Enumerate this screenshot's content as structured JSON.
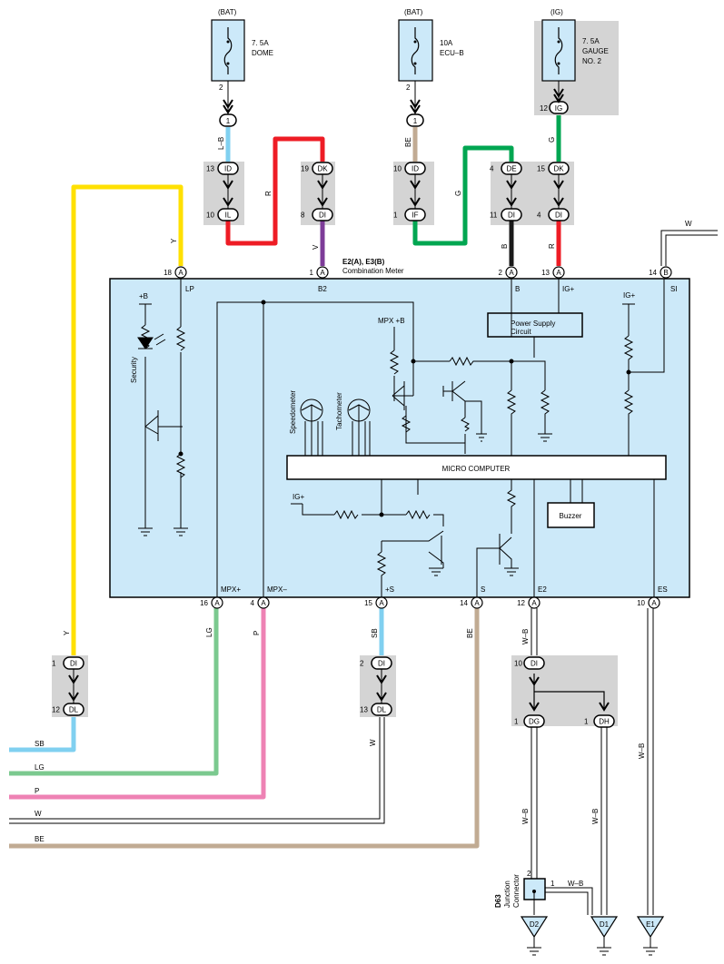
{
  "fuses": [
    {
      "source": "(BAT)",
      "rating": "7. 5A",
      "name": "DOME",
      "pin": "2"
    },
    {
      "source": "(BAT)",
      "rating": "10A",
      "name": "ECU–B",
      "pin": "2"
    },
    {
      "source": "(IG)",
      "rating": "7. 5A",
      "name": "GAUGE",
      "name2": "NO. 2",
      "pin": "12"
    }
  ],
  "connectors": {
    "c1a": "1",
    "c1b": "1",
    "ig": "IG",
    "id1": "ID",
    "id1_pin": "13",
    "il": "IL",
    "il_pin": "10",
    "dk1": "DK",
    "dk1_pin": "19",
    "di1": "DI",
    "di1_pin": "8",
    "id2": "ID",
    "id2_pin": "10",
    "if": "IF",
    "if_pin": "1",
    "de": "DE",
    "de_pin": "4",
    "di2": "DI",
    "di2_pin": "11",
    "dk2": "DK",
    "dk2_pin": "15",
    "di3": "DI",
    "di3_pin": "4",
    "dil": "DI",
    "dil_pin": "1",
    "dl": "DL",
    "dl_pin": "12",
    "dis": "DI",
    "dis_pin": "2",
    "dls": "DL",
    "dls_pin": "13",
    "dib": "DI",
    "dib_pin": "10",
    "dg": "DG",
    "dg_pin": "1",
    "dh": "DH",
    "dh_pin": "1"
  },
  "wires": {
    "lb": "L–B",
    "r1": "R",
    "be1": "BE",
    "g1": "G",
    "g2": "G",
    "v": "V",
    "b": "B",
    "r2": "R",
    "y1": "Y",
    "y2": "Y",
    "w_top": "W",
    "lg": "LG",
    "p": "P",
    "sb": "SB",
    "be2": "BE",
    "wb1": "W–B",
    "wb2": "W–B",
    "wb3": "W–B",
    "wb4": "W–B",
    "w_mid": "W",
    "wb5": "W–B"
  },
  "meter": {
    "title1": "E2(A), E3(B)",
    "title2": "Combination Meter",
    "top_pins": [
      {
        "num": "18",
        "letter": "A",
        "label": "LP"
      },
      {
        "num": "1",
        "letter": "A",
        "label": "B2"
      },
      {
        "num": "2",
        "letter": "A",
        "label": "B"
      },
      {
        "num": "13",
        "letter": "A",
        "label": "IG+"
      },
      {
        "num": "14",
        "letter": "B",
        "label": "SI"
      }
    ],
    "bottom_pins": [
      {
        "num": "16",
        "letter": "A",
        "label": "MPX+"
      },
      {
        "num": "4",
        "letter": "A",
        "label": "MPX–"
      },
      {
        "num": "15",
        "letter": "A",
        "label": "+S"
      },
      {
        "num": "14",
        "letter": "A",
        "label": "S"
      },
      {
        "num": "12",
        "letter": "A",
        "label": "E2"
      },
      {
        "num": "10",
        "letter": "A",
        "label": "ES"
      }
    ],
    "plus_b": "+B",
    "security": "Security",
    "mpx_b": "MPX +B",
    "ig_plus_2": "IG+",
    "ig_plus_3": "IG+",
    "power_supply_1": "Power Supply",
    "power_supply_2": "Circuit",
    "speedometer": "Speedometer",
    "tachometer": "Tachometer",
    "micro": "MICRO COMPUTER",
    "buzzer": "Buzzer"
  },
  "left_wires": [
    "SB",
    "LG",
    "P",
    "W",
    "BE"
  ],
  "junction": {
    "id": "D63",
    "line1": "Junction",
    "line2": "Connector",
    "pin2": "2",
    "pin1": "1",
    "wire": "W–B"
  },
  "grounds": [
    "D2",
    "D1",
    "E1"
  ],
  "colors": {
    "yellow": "#ffe000",
    "blue": "#80d0f0",
    "red": "#ee1c25",
    "brown": "#c1ab93",
    "green": "#00a651",
    "purple": "#7d3c98",
    "black": "#1a1a1a",
    "lightgreen": "#7bc98f",
    "pink": "#ee82b4",
    "meter_fill": "#cce9f9",
    "gray_box": "#d4d4d4"
  }
}
